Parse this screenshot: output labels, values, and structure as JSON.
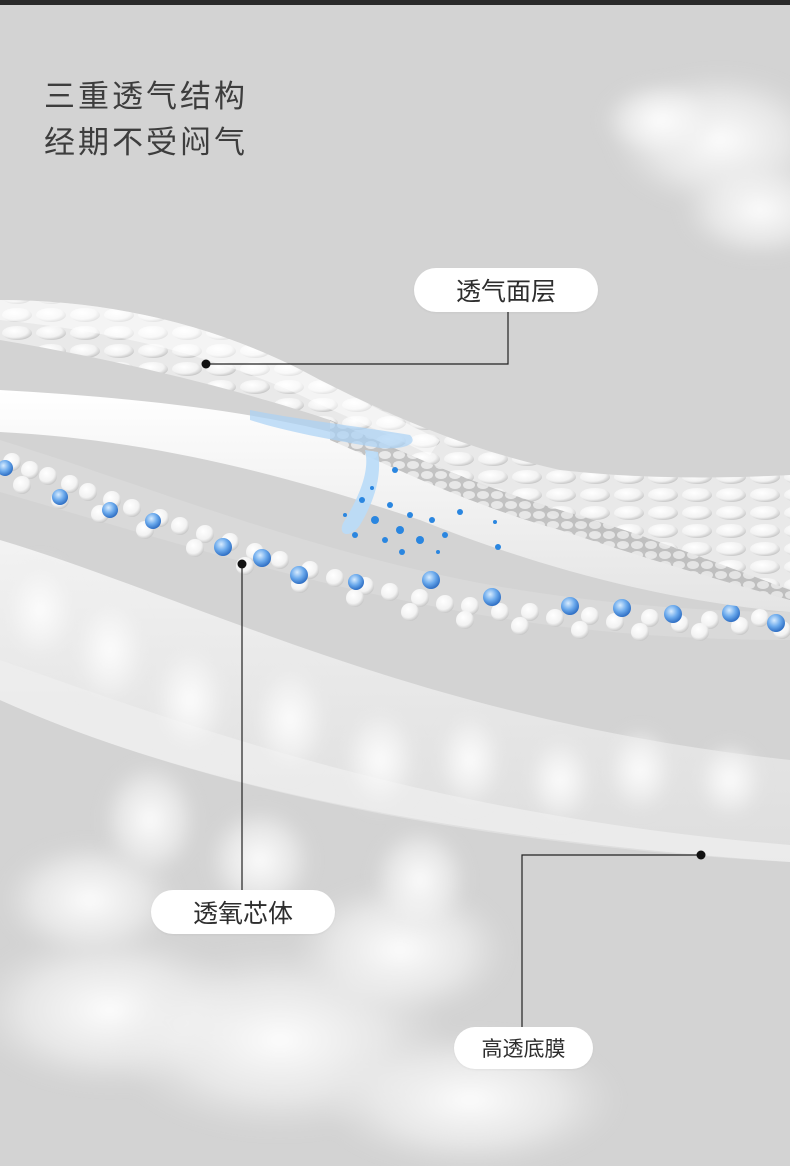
{
  "headline": {
    "line1": "三重透气结构",
    "line2": "经期不受闷气"
  },
  "callouts": {
    "top_layer": "透气面层",
    "core": "透氧芯体",
    "bottom_film": "高透底膜"
  },
  "colors": {
    "background": "#d3d3d3",
    "title_text": "#3d3d3d",
    "callout_bg": "#ffffff",
    "leader_line": "#222222",
    "bead_blue": "#5fa2e6",
    "droplet_blue": "#2a86e0"
  }
}
